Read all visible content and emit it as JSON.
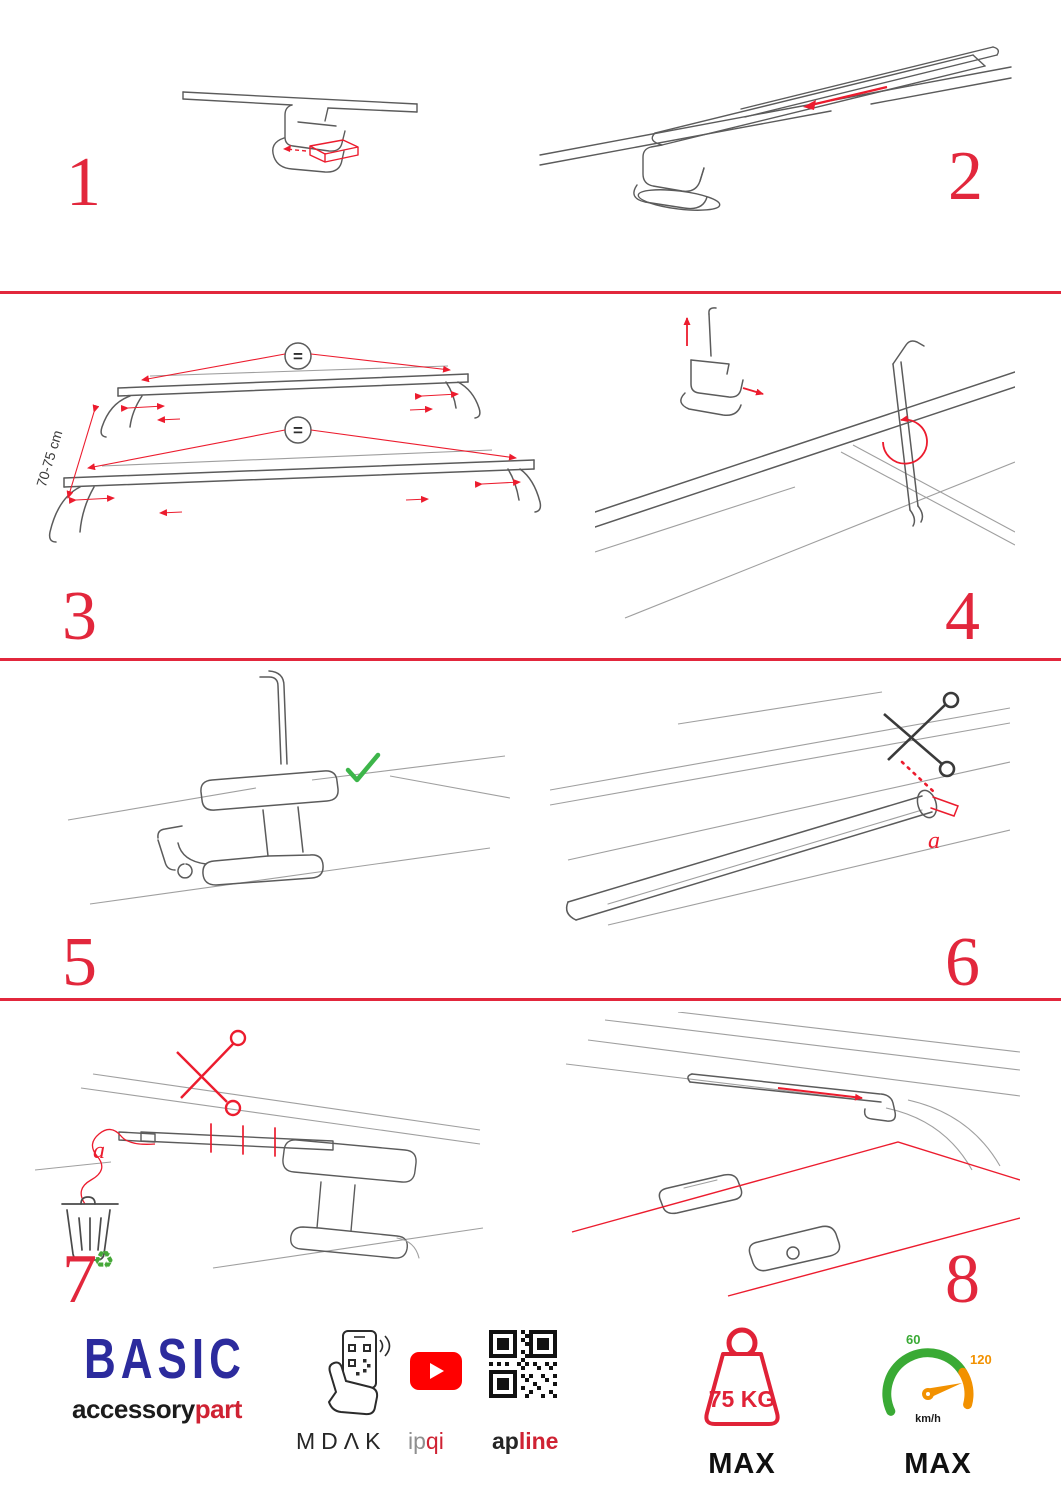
{
  "steps": {
    "s1": {
      "number": "1"
    },
    "s2": {
      "number": "2"
    },
    "s3": {
      "number": "3",
      "equal_top": "=",
      "equal_bottom": "=",
      "measure": "70-75 cm"
    },
    "s4": {
      "number": "4"
    },
    "s5": {
      "number": "5"
    },
    "s6": {
      "number": "6",
      "label_a": "a"
    },
    "s7": {
      "number": "7",
      "label_a": "a"
    },
    "s8": {
      "number": "8"
    }
  },
  "footer": {
    "brand": "BASIC",
    "wordmark": {
      "black": "accessory",
      "red": "part"
    },
    "partners": {
      "mdak": "MDΛK",
      "ipqi_gray": "ip",
      "ipqi_red": "qi",
      "apline_black": "ap",
      "apline_red": "line"
    },
    "weight": {
      "value": "75 KG",
      "max": "MAX"
    },
    "speed": {
      "low": "60",
      "high": "120",
      "unit": "km/h",
      "max": "MAX"
    }
  },
  "icons": {
    "recycle": "♻"
  },
  "colors": {
    "accent_red": "#e2273c",
    "annotation_red": "#ec1c2e",
    "brand_blue": "#2c2b9d",
    "wordmark_red": "#cf2233",
    "check_green": "#3db54a",
    "recycle_green": "#46a839",
    "gauge_green": "#3aaa35",
    "gauge_orange": "#f29100",
    "youtube_red": "#ff0000",
    "line_art_gray": "#5b5b5b"
  }
}
